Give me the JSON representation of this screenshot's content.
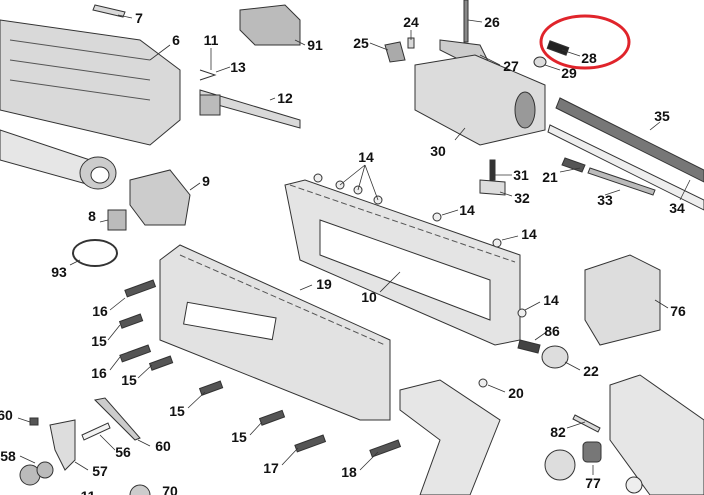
{
  "title": "Exploded parts diagram",
  "highlight_color": "#e0242b",
  "highlighted_part": "28",
  "labels": [
    {
      "id": "7"
    },
    {
      "id": "6"
    },
    {
      "id": "11"
    },
    {
      "id": "13"
    },
    {
      "id": "91"
    },
    {
      "id": "25"
    },
    {
      "id": "24"
    },
    {
      "id": "26"
    },
    {
      "id": "27"
    },
    {
      "id": "28"
    },
    {
      "id": "29"
    },
    {
      "id": "35"
    },
    {
      "id": "12"
    },
    {
      "id": "30"
    },
    {
      "id": "14"
    },
    {
      "id": "9"
    },
    {
      "id": "31"
    },
    {
      "id": "21"
    },
    {
      "id": "32"
    },
    {
      "id": "33"
    },
    {
      "id": "34"
    },
    {
      "id": "14"
    },
    {
      "id": "14"
    },
    {
      "id": "8"
    },
    {
      "id": "93"
    },
    {
      "id": "19"
    },
    {
      "id": "16"
    },
    {
      "id": "15"
    },
    {
      "id": "10"
    },
    {
      "id": "14"
    },
    {
      "id": "76"
    },
    {
      "id": "86"
    },
    {
      "id": "15"
    },
    {
      "id": "16"
    },
    {
      "id": "22"
    },
    {
      "id": "20"
    },
    {
      "id": "15"
    },
    {
      "id": "60"
    },
    {
      "id": "60"
    },
    {
      "id": "56"
    },
    {
      "id": "58"
    },
    {
      "id": "57"
    },
    {
      "id": "15"
    },
    {
      "id": "17"
    },
    {
      "id": "18"
    },
    {
      "id": "82"
    },
    {
      "id": "77"
    },
    {
      "id": "70"
    },
    {
      "id": "11"
    }
  ]
}
